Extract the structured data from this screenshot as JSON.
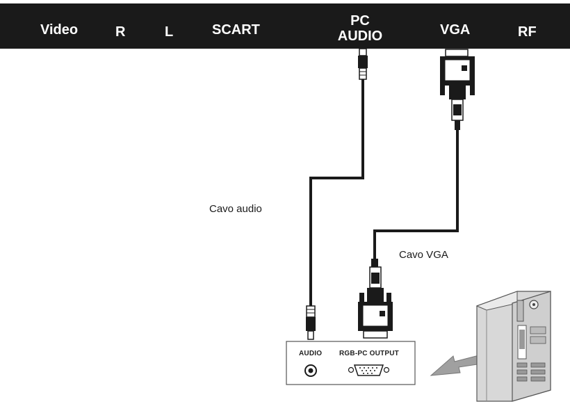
{
  "header": {
    "labels": {
      "video": "Video",
      "r": "R",
      "l": "L",
      "scart": "SCART",
      "pc_audio_line1": "PC",
      "pc_audio_line2": "AUDIO",
      "vga": "VGA",
      "rf": "RF"
    }
  },
  "cables": {
    "audio_label": "Cavo audio",
    "vga_label": "Cavo VGA"
  },
  "pc_panel": {
    "audio_port_label": "AUDIO",
    "rgb_port_label": "RGB-PC OUTPUT"
  },
  "colors": {
    "header_bg": "#1a1a1a",
    "header_text": "#ffffff",
    "cable": "#1a1a1a",
    "arrow": "#9a9a9a"
  },
  "icons": [
    "rca-plug-icon",
    "vga-connector-icon",
    "audio-jack-icon",
    "vga-port-icon",
    "pc-tower-icon",
    "arrow-icon"
  ]
}
